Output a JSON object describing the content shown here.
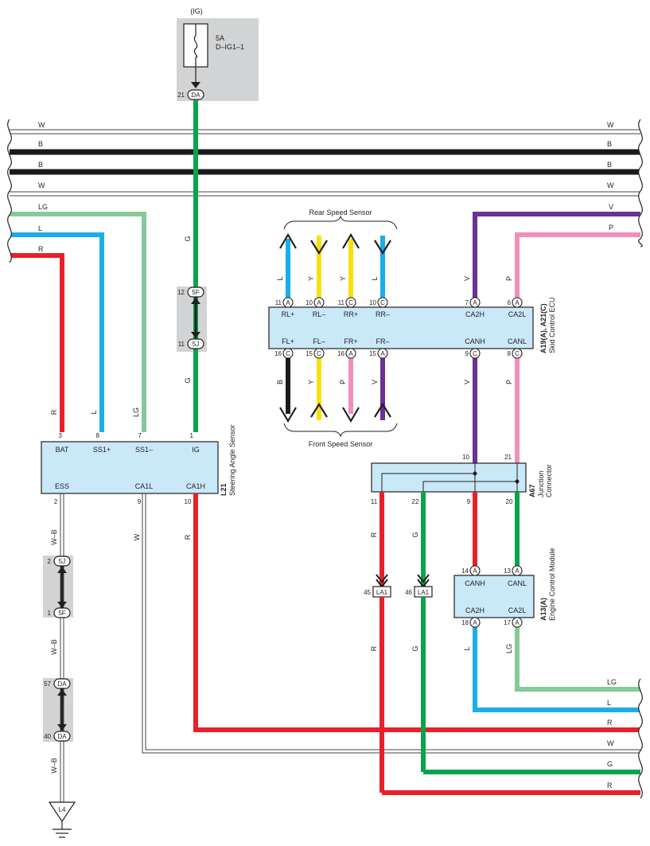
{
  "colors": {
    "W": "#ffffff",
    "B": "#1a1a1a",
    "G": "#0aa44a",
    "LG": "#87ca9a",
    "L": "#1aaee8",
    "R": "#e8202a",
    "V": "#6b3195",
    "P": "#ef8fc0",
    "Y": "#f8e10a",
    "wire_outline": "#444444",
    "ecu_fill": "#c9e8f8",
    "shade": "#d1d3d4"
  },
  "fuse": {
    "source": "(IG)",
    "rating": "5A",
    "name": "D–IG1–1",
    "pin": "21",
    "conn": "DA"
  },
  "bus_labels": {
    "w1": "W",
    "b1": "B",
    "b2": "B",
    "w2": "W",
    "lg": "LG",
    "l": "L",
    "r": "R",
    "v_right": "V",
    "p_right": "P",
    "bot_lg": "LG",
    "bot_l": "L",
    "bot_r1": "R",
    "bot_w": "W",
    "bot_g": "G",
    "bot_r2": "R"
  },
  "junction_5f5j_top": {
    "pin_top": "12",
    "conn_top": "5F",
    "pin_bot": "11",
    "conn_bot": "5J"
  },
  "ig_wire": {
    "label_top": "G",
    "label_bot": "G"
  },
  "steering_sensor": {
    "code": "L21",
    "name": "Steering Angle Sensor",
    "top_pins": [
      {
        "num": "3",
        "name": "BAT",
        "wire": "R"
      },
      {
        "num": "8",
        "name": "SS1+",
        "wire": "L"
      },
      {
        "num": "7",
        "name": "SS1–",
        "wire": "LG"
      },
      {
        "num": "1",
        "name": "IG",
        "wire": ""
      }
    ],
    "bottom_pins": [
      {
        "num": "2",
        "name": "ESS",
        "wire": "W–B"
      },
      {
        "num": "9",
        "name": "CA1L",
        "wire": "W"
      },
      {
        "num": "10",
        "name": "CA1H",
        "wire": "R"
      }
    ]
  },
  "ground_path": {
    "j1": {
      "pin_top": "2",
      "conn_top": "5J",
      "pin_bot": "1",
      "conn_bot": "5F"
    },
    "wire_mid": "W–B",
    "j2": {
      "pin_top": "57",
      "conn_top": "DA",
      "pin_bot": "40",
      "conn_bot": "DA"
    },
    "wire_bot": "W–B",
    "ground": "L4"
  },
  "skid_ecu": {
    "code": "A19(A), A21(C)",
    "name": "Skid Control ECU",
    "rear_sensor_label": "Rear Speed Sensor",
    "front_sensor_label": "Front Speed Sensor",
    "top_pins": [
      {
        "num": "11",
        "conn": "A",
        "name": "RL+",
        "wire": "L"
      },
      {
        "num": "10",
        "conn": "A",
        "name": "RL–",
        "wire": "Y"
      },
      {
        "num": "11",
        "conn": "C",
        "name": "RR+",
        "wire": "Y"
      },
      {
        "num": "10",
        "conn": "C",
        "name": "RR–",
        "wire": "L"
      },
      {
        "num": "7",
        "conn": "A",
        "name": "CA2H",
        "wire": "V"
      },
      {
        "num": "6",
        "conn": "A",
        "name": "CA2L",
        "wire": "P"
      }
    ],
    "bottom_pins": [
      {
        "num": "16",
        "conn": "C",
        "name": "FL+",
        "wire": "B"
      },
      {
        "num": "15",
        "conn": "C",
        "name": "FL–",
        "wire": "Y"
      },
      {
        "num": "16",
        "conn": "A",
        "name": "FR+",
        "wire": "P"
      },
      {
        "num": "15",
        "conn": "A",
        "name": "FR–",
        "wire": "V"
      },
      {
        "num": "9",
        "conn": "C",
        "name": "CANH",
        "wire": "V"
      },
      {
        "num": "8",
        "conn": "C",
        "name": "CANL",
        "wire": "P"
      }
    ]
  },
  "junction_connector": {
    "code": "A67",
    "name1": "Junction",
    "name2": "Connector",
    "pin_top_left": "10",
    "pin_top_right": "21",
    "pin_b1": "11",
    "pin_b2": "22",
    "pin_b3": "9",
    "pin_b4": "20",
    "wire_b1": "R",
    "wire_b2": "G"
  },
  "la1": {
    "left_pin": "45",
    "left_conn": "LA1",
    "right_pin": "46",
    "right_conn": "LA1",
    "wire_left": "R",
    "wire_right": "G"
  },
  "ecm": {
    "code": "A13(A)",
    "name": "Engine Control Module",
    "top_pins": [
      {
        "num": "14",
        "conn": "A",
        "name": "CANH"
      },
      {
        "num": "13",
        "conn": "A",
        "name": "CANL"
      }
    ],
    "bottom_pins": [
      {
        "num": "18",
        "conn": "A",
        "name": "CA2H",
        "wire": "L"
      },
      {
        "num": "17",
        "conn": "A",
        "name": "CA2L",
        "wire": "LG"
      }
    ]
  }
}
